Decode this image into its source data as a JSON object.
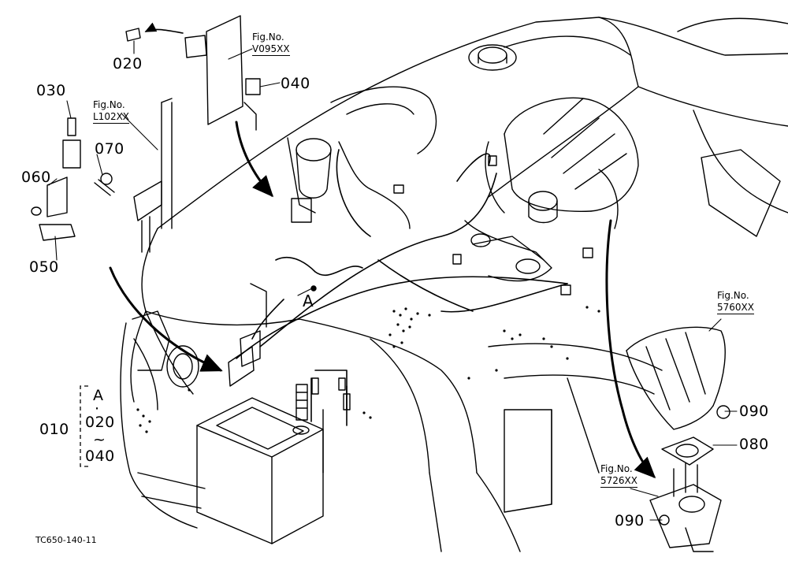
{
  "diagram": {
    "drawing_code": "TC650-140-11",
    "callouts": {
      "c010": "010",
      "c020": "020",
      "c030": "030",
      "c040": "040",
      "c050": "050",
      "c060": "060",
      "c070": "070",
      "c080": "080",
      "c090a": "090",
      "c090b": "090"
    },
    "group_010": {
      "top": "A",
      "dot": "·",
      "mid": "020",
      "tilde": "~",
      "bottom": "040"
    },
    "view_marker": "A",
    "fig_refs": [
      {
        "label": "Fig.No.",
        "code": "V095XX"
      },
      {
        "label": "Fig.No.",
        "code": "L102XX"
      },
      {
        "label": "Fig.No.",
        "code": "5760XX"
      },
      {
        "label": "Fig.No.",
        "code": "5726XX"
      }
    ]
  }
}
